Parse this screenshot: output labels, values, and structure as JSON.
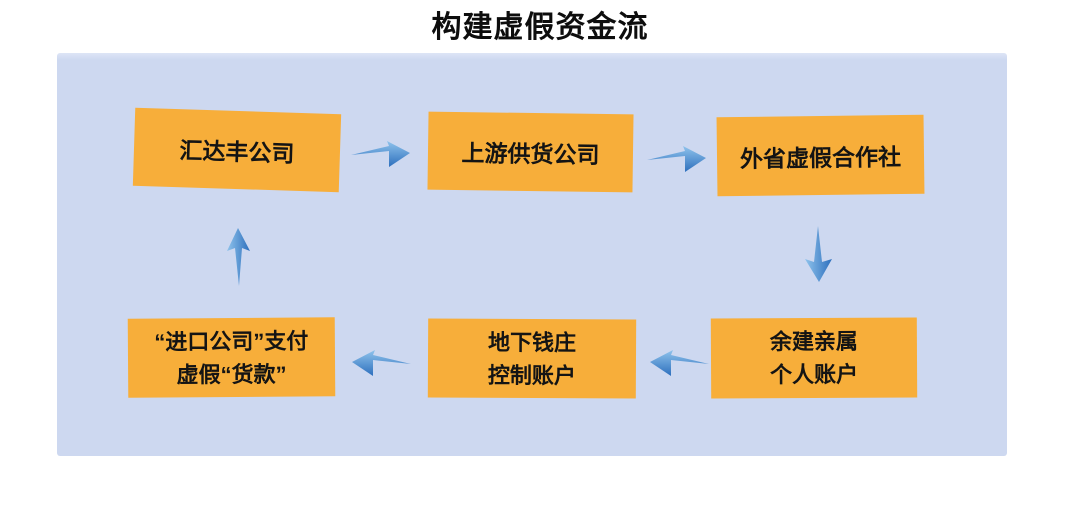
{
  "title": "构建虚假资金流",
  "colors": {
    "page_bg": "#ffffff",
    "panel_bg": "#cdd8f0",
    "node_bg": "#f7ae3a",
    "node_text": "#141414",
    "arrow_light": "#8fc3ec",
    "arrow_dark": "#2d6fbd"
  },
  "nodes": [
    {
      "id": "huidafeng-company",
      "lines": [
        "汇达丰公司"
      ]
    },
    {
      "id": "upstream-supplier",
      "lines": [
        "上游供货公司"
      ]
    },
    {
      "id": "out-of-province-fake-cooperative",
      "lines": [
        "外省虚假合作社"
      ]
    },
    {
      "id": "import-company-pays-fake-payment",
      "lines": [
        "“进口公司”支付",
        "虚假“货款”"
      ]
    },
    {
      "id": "underground-bank-controlled-accounts",
      "lines": [
        "地下钱庄",
        "控制账户"
      ]
    },
    {
      "id": "yujian-relatives-personal-accounts",
      "lines": [
        "余建亲属",
        "个人账户"
      ]
    }
  ],
  "flow": [
    "汇达丰公司 → 上游供货公司",
    "上游供货公司 → 外省虚假合作社",
    "外省虚假合作社 → 余建亲属个人账户",
    "余建亲属个人账户 → 地下钱庄控制账户",
    "地下钱庄控制账户 → “进口公司”支付虚假“货款”",
    "“进口公司”支付虚假“货款” → 汇达丰公司"
  ]
}
